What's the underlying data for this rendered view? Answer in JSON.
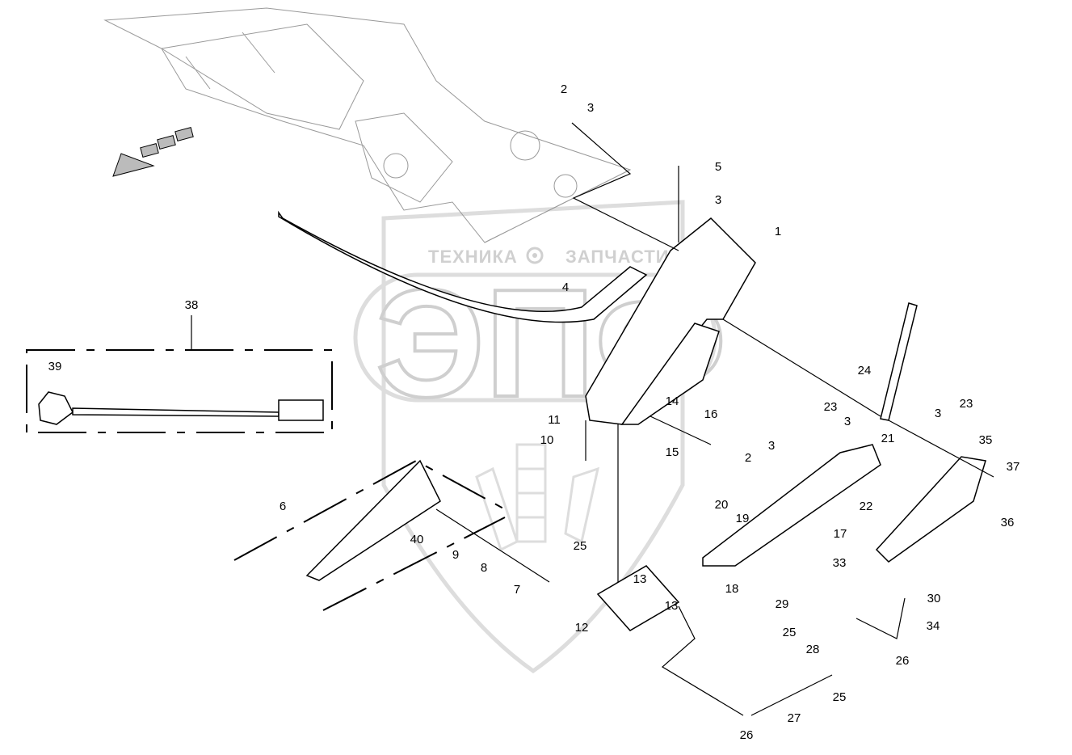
{
  "watermark": {
    "brand_left": "ТЕХНИКА",
    "brand_right": "ЗАПЧАСТИ",
    "logo_letters": "ЭПФ",
    "gear_icon": "gear-icon"
  },
  "direction_arrow": {
    "icon": "travel-direction-arrow-icon"
  },
  "callouts": [
    "2",
    "3",
    "5",
    "3",
    "1",
    "4",
    "38",
    "39",
    "24",
    "23",
    "3",
    "23",
    "3",
    "14",
    "16",
    "11",
    "10",
    "15",
    "21",
    "3",
    "2",
    "35",
    "37",
    "22",
    "36",
    "6",
    "20",
    "19",
    "17",
    "40",
    "9",
    "8",
    "7",
    "25",
    "18",
    "33",
    "30",
    "13",
    "13",
    "29",
    "34",
    "12",
    "25",
    "28",
    "26",
    "25",
    "27",
    "26"
  ]
}
